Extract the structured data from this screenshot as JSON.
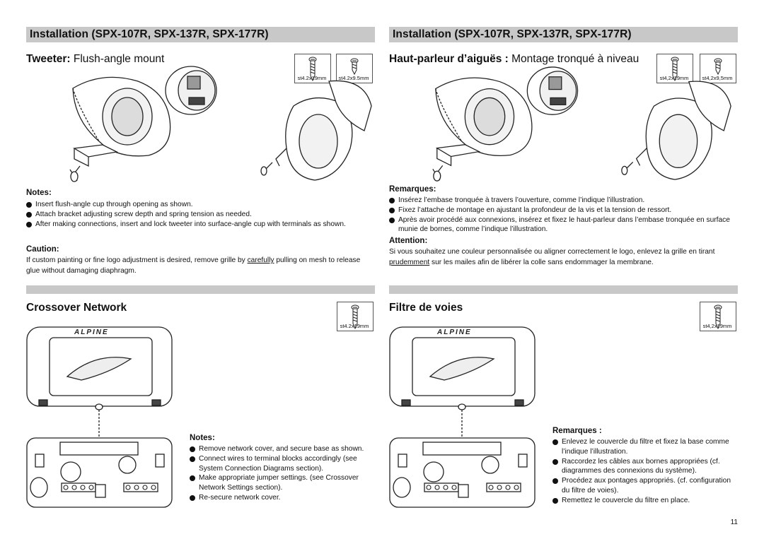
{
  "left": {
    "header": "Installation (SPX-107R, SPX-137R, SPX-177R)",
    "tweeter_bold": "Tweeter:",
    "tweeter_rest": " Flush-angle mount",
    "screw1": "st4.2x19mm",
    "screw2": "st4.2x9.5mm",
    "notes_title": "Notes:",
    "notes": [
      "Insert flush-angle cup through opening as shown.",
      "Attach bracket adjusting screw depth and spring tension as needed.",
      "After making connections, insert and lock tweeter into surface-angle cup with terminals as shown."
    ],
    "caution_title": "Caution:",
    "caution_pre": "If custom painting or fine logo adjustment is desired, remove grille by ",
    "caution_underline": "carefully",
    "caution_post": " pulling on mesh to release glue without damaging diaphragm.",
    "crossover_title": "Crossover Network",
    "screw3": "st4.2x19mm",
    "notes2_title": "Notes:",
    "notes2": [
      "Remove network cover, and secure base as shown.",
      "Connect wires to terminal blocks accordingly (see System Connection Diagrams section).",
      "Make appropriate jumper settings. (see Crossover Network Settings section).",
      "Re-secure network cover."
    ]
  },
  "right": {
    "header": "Installation (SPX-107R, SPX-137R, SPX-177R)",
    "tweeter_bold": "Haut-parleur d’aiguës :",
    "tweeter_rest": " Montage tronqué à niveau",
    "screw1": "st4,2x19mm",
    "screw2": "st4,2x9,5mm",
    "notes_title": "Remarques:",
    "notes": [
      "Insérez l’embase tronquée à travers l’ouverture, comme l’indique l’illustration.",
      "Fixez l’attache de montage en ajustant la profondeur de la vis et la tension de ressort.",
      "Après avoir procédé aux connexions, insérez et fixez le haut-parleur dans l’embase tronquée en surface munie de bornes, comme l’indique l’illustration."
    ],
    "caution_title": "Attention:",
    "caution_pre": "Si vous souhaitez une couleur personnalisée ou aligner correctement le logo, enlevez la grille en tirant ",
    "caution_underline": "prudemment",
    "caution_post": " sur les mailes afin de libérer la colle sans endommager la membrane.",
    "crossover_title": "Filtre de voies",
    "screw3": "st4,2x19mm",
    "notes2_title": "Remarques :",
    "notes2": [
      "Enlevez le couvercle du filtre et fixez la base comme l’indique l’illustration.",
      "Raccordez les câbles aux bornes appropriées (cf. diagrammes des connexions du système).",
      "Procédez aux pontages appropriés. (cf. configuration du filtre de voies).",
      "Remettez le couvercle du filtre en place."
    ]
  },
  "logo_text": "ALPINE",
  "page_number": "11"
}
